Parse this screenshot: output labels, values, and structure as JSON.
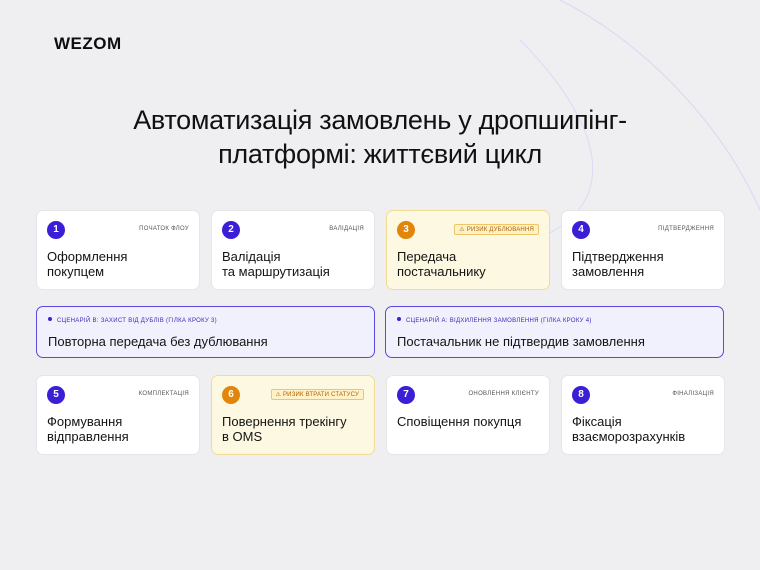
{
  "logo": "WEZOM",
  "title_line1": "Автоматизація замовлень у дропшипінг-",
  "title_line2": "платформі: життєвий цикл",
  "steps": [
    {
      "num": "1",
      "tag": "Початок флоу",
      "title_l1": "Оформлення",
      "title_l2": "покупцем",
      "warning": false
    },
    {
      "num": "2",
      "tag": "Валідація",
      "title_l1": "Валідація",
      "title_l2": "та маршрутизація",
      "warning": false
    },
    {
      "num": "3",
      "tag": "⚠ Ризик дублювання",
      "title_l1": "Передача",
      "title_l2": "постачальнику",
      "warning": true
    },
    {
      "num": "4",
      "tag": "Підтвердження",
      "title_l1": "Підтвердження",
      "title_l2": "замовлення",
      "warning": false
    },
    {
      "num": "5",
      "tag": "Комплектація",
      "title_l1": "Формування",
      "title_l2": "відправлення",
      "warning": false
    },
    {
      "num": "6",
      "tag": "⚠ Ризик втрати статусу",
      "title_l1": "Повернення трекінгу",
      "title_l2": "в OMS",
      "warning": true
    },
    {
      "num": "7",
      "tag": "Оновлення клієнту",
      "title_l1": "Сповіщення покупця",
      "title_l2": "",
      "warning": false
    },
    {
      "num": "8",
      "tag": "Фіналізація",
      "title_l1": "Фіксація",
      "title_l2": "взаєморозрахунків",
      "warning": false
    }
  ],
  "scenarios": [
    {
      "tag": "Сценарій B: захист від дублів (гілка кроку 3)",
      "title": "Повторна передача без дублювання"
    },
    {
      "tag": "Сценарій A: відхилення замовлення (гілка кроку 4)",
      "title": "Постачальник не підтвердив замовлення"
    }
  ],
  "colors": {
    "accent": "#3a1fd6",
    "warning": "#e2850b",
    "warning_bg": "#fdf8e1",
    "scenario_bg": "#f1f0fd",
    "scenario_border": "#5a49dc",
    "background": "#efeff1"
  }
}
